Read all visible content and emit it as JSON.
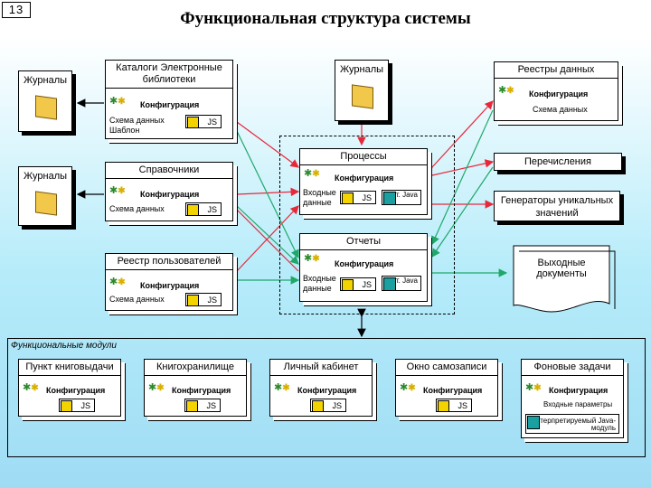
{
  "slide_number": "13",
  "title": "Функциональная структура системы",
  "labels": {
    "journals": "Журналы",
    "configuration": "Конфигурация",
    "js": "JS",
    "int_java": "Инт. Java",
    "data_schema": "Схема данных",
    "input_data": "Входные данные"
  },
  "catalogs": {
    "title": "Каталоги Электронные библиотеки",
    "schema": "Схема данных",
    "template": "Шаблон"
  },
  "directories": {
    "title": "Справочники"
  },
  "user_registry": {
    "title": "Реестр пользователей"
  },
  "processes": {
    "title": "Процессы"
  },
  "reports": {
    "title": "Отчеты"
  },
  "data_registries": {
    "title": "Реестры данных"
  },
  "enumerations": {
    "title": "Перечисления"
  },
  "generators": {
    "title": "Генераторы уникальных значений"
  },
  "output_docs": {
    "title": "Выходные документы"
  },
  "functional_modules": {
    "title": "Функциональные модули",
    "modules": [
      {
        "title": "Пункт книговыдачи"
      },
      {
        "title": "Книгохранилище"
      },
      {
        "title": "Личный кабинет"
      },
      {
        "title": "Окно самозаписи"
      },
      {
        "title": "Фоновые задачи",
        "input_params": "Входные параметры",
        "interp": "Интерпретируемый Java-модуль"
      }
    ]
  },
  "colors": {
    "red_arrow": "#e8283a",
    "green_arrow": "#1fa86a",
    "black_arrow": "#000000"
  }
}
